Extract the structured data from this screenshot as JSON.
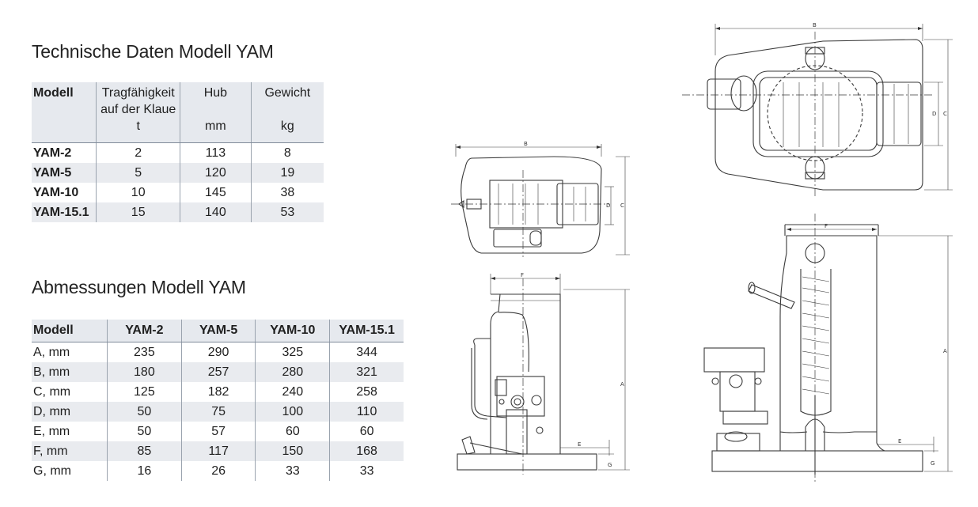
{
  "spec_heading": "Technische Daten Modell YAM",
  "spec_table": {
    "headers": {
      "model": "Modell",
      "capacity_line1": "Tragfähigkeit",
      "capacity_line2": "auf der Klaue",
      "capacity_unit": "t",
      "stroke": "Hub",
      "stroke_unit": "mm",
      "weight": "Gewicht",
      "weight_unit": "kg"
    },
    "rows": [
      {
        "model": "YAM-2",
        "capacity": "2",
        "stroke": "113",
        "weight": "8"
      },
      {
        "model": "YAM-5",
        "capacity": "5",
        "stroke": "120",
        "weight": "19"
      },
      {
        "model": "YAM-10",
        "capacity": "10",
        "stroke": "145",
        "weight": "38"
      },
      {
        "model": "YAM-15.1",
        "capacity": "15",
        "stroke": "140",
        "weight": "53"
      }
    ]
  },
  "dim_heading": "Abmessungen Modell YAM",
  "dim_table": {
    "headers": [
      "Modell",
      "YAM-2",
      "YAM-5",
      "YAM-10",
      "YAM-15.1"
    ],
    "rows": [
      {
        "label": "A, mm",
        "values": [
          "235",
          "290",
          "325",
          "344"
        ]
      },
      {
        "label": "B, mm",
        "values": [
          "180",
          "257",
          "280",
          "321"
        ]
      },
      {
        "label": "C, mm",
        "values": [
          "125",
          "182",
          "240",
          "258"
        ]
      },
      {
        "label": "D, mm",
        "values": [
          "50",
          "75",
          "100",
          "110"
        ]
      },
      {
        "label": "E, mm",
        "values": [
          "50",
          "57",
          "60",
          "60"
        ]
      },
      {
        "label": "F, mm",
        "values": [
          "85",
          "117",
          "150",
          "168"
        ]
      },
      {
        "label": "G, mm",
        "values": [
          "16",
          "26",
          "33",
          "33"
        ]
      }
    ]
  },
  "drawing_labels": {
    "A": "A",
    "B": "B",
    "C": "C",
    "D": "D",
    "E": "E",
    "F": "F",
    "G": "G"
  }
}
